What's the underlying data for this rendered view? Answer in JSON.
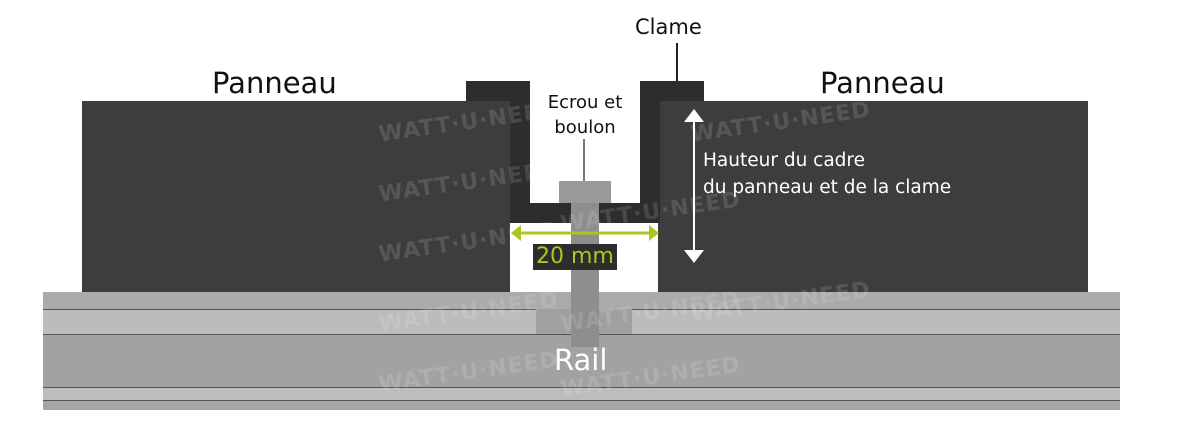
{
  "labels": {
    "panel_left": "Panneau",
    "panel_right": "Panneau",
    "clamp": "Clame",
    "nut_bolt_line1": "Ecrou et",
    "nut_bolt_line2": "boulon",
    "height_line1": "Hauteur du cadre",
    "height_line2": "du panneau et de la clame",
    "width_dimension": "20 mm",
    "rail": "Rail"
  },
  "watermark": "WATT·U·NEED",
  "colors": {
    "panel": "#3d3d3d",
    "clamp": "#2d2d2d",
    "dimension_accent": "#a8c820",
    "rail": "#a6a6a6"
  }
}
